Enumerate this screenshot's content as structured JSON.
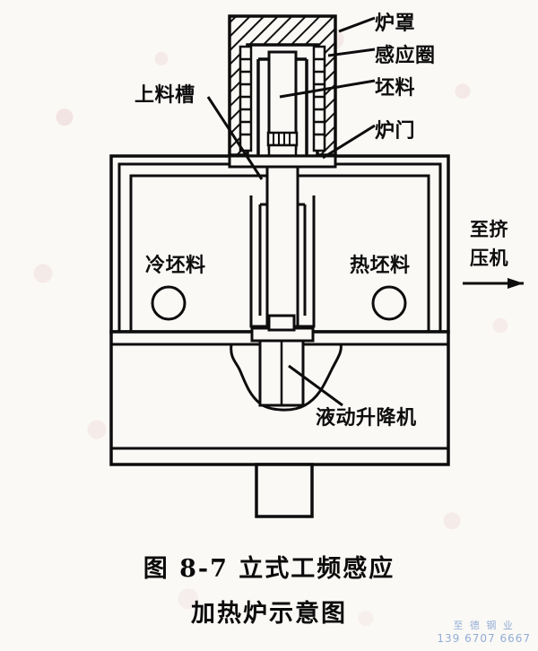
{
  "figure": {
    "caption_line1": "图 8-7  立式工频感应",
    "caption_line2": "加热炉示意图",
    "number": "8-7",
    "title": "立式工频感应加热炉示意图"
  },
  "labels": {
    "hood": "炉罩",
    "induction_coil": "感应圈",
    "billet": "坯料",
    "feed_chute": "上料槽",
    "furnace_door": "炉门",
    "cold_billet": "冷坯料",
    "hot_billet": "热坯料",
    "to_extruder_line1": "至挤",
    "to_extruder_line2": "压机",
    "hydraulic_lift": "液动升降机"
  },
  "watermark": {
    "company": "至 德 钢 业",
    "phone": "139 6707 6667",
    "color": "#7f9fd0"
  },
  "colors": {
    "ink": "#0d0d0d",
    "paper": "#fbf9f6",
    "hatch": "#111111"
  }
}
